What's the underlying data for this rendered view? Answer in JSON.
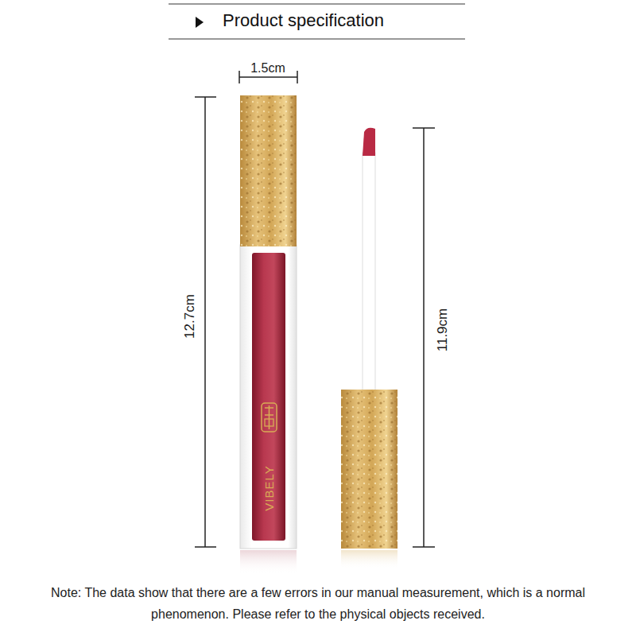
{
  "diagram": {
    "title": "Product specification",
    "labels": [
      "1.5cm",
      "12.7cm",
      "11.9cm",
      "VIBELY",
      "Note: The data show that there are a few errors in our manual measurement, which is a normal phenomenon. Please refer to the physical objects received."
    ]
  }
}
